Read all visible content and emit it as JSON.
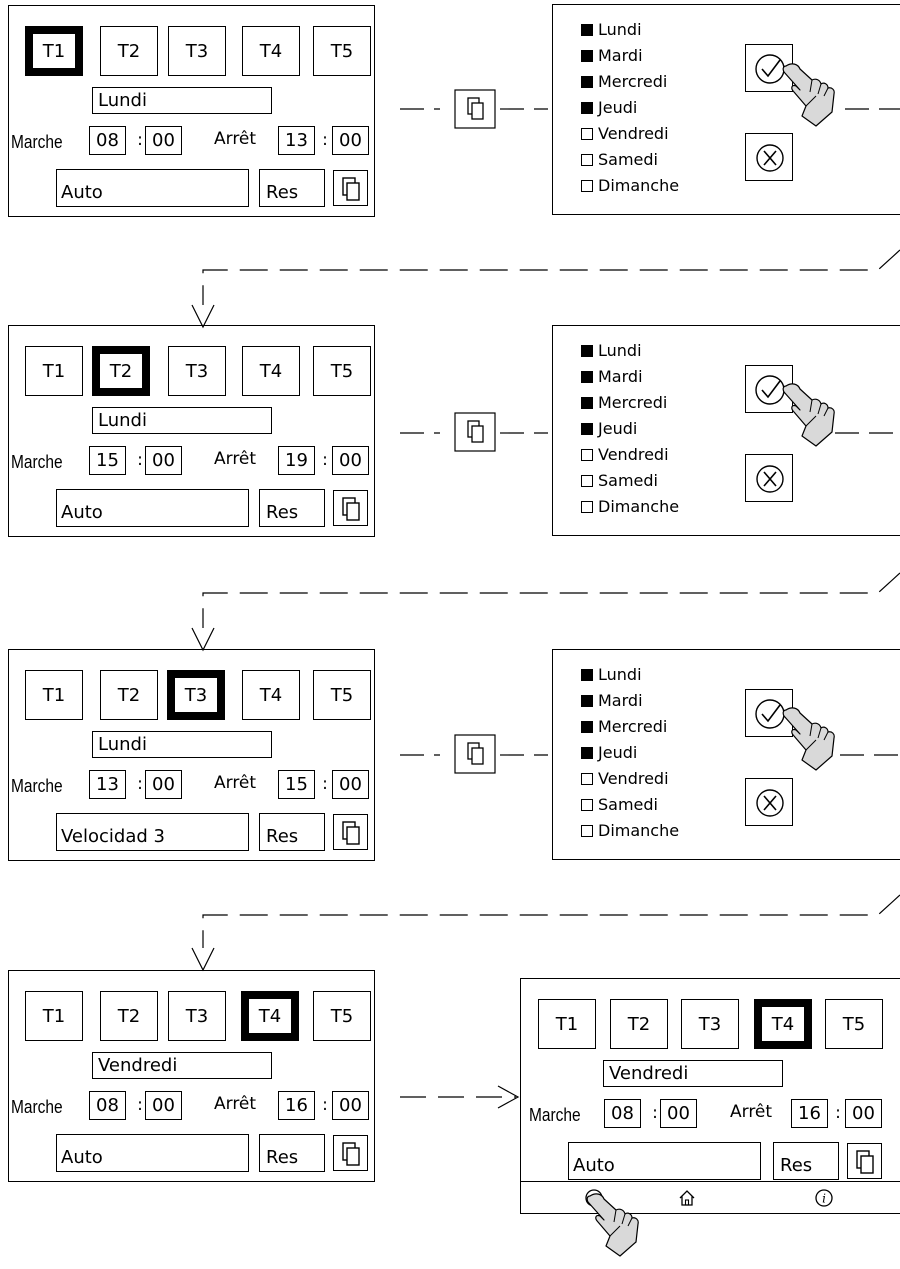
{
  "tabs": [
    "T1",
    "T2",
    "T3",
    "T4",
    "T5"
  ],
  "labels": {
    "marche": "Marche",
    "arret": "Arrêt",
    "res": "Res",
    "colon": ":"
  },
  "screens": [
    {
      "active_tab": "T1",
      "day": "Lundi",
      "marche_h": "08",
      "marche_m": "00",
      "arret_h": "13",
      "arret_m": "00",
      "mode": "Auto"
    },
    {
      "active_tab": "T2",
      "day": "Lundi",
      "marche_h": "15",
      "marche_m": "00",
      "arret_h": "19",
      "arret_m": "00",
      "mode": "Auto"
    },
    {
      "active_tab": "T3",
      "day": "Lundi",
      "marche_h": "13",
      "marche_m": "00",
      "arret_h": "15",
      "arret_m": "00",
      "mode": "Velocidad 3"
    },
    {
      "active_tab": "T4",
      "day": "Vendredi",
      "marche_h": "08",
      "marche_m": "00",
      "arret_h": "16",
      "arret_m": "00",
      "mode": "Auto"
    },
    {
      "active_tab": "T4",
      "day": "Vendredi",
      "marche_h": "08",
      "marche_m": "00",
      "arret_h": "16",
      "arret_m": "00",
      "mode": "Auto"
    }
  ],
  "day_list": [
    {
      "name": "Lundi",
      "checked": true
    },
    {
      "name": "Mardi",
      "checked": true
    },
    {
      "name": "Mercredi",
      "checked": true
    },
    {
      "name": "Jeudi",
      "checked": true
    },
    {
      "name": "Vendredi",
      "checked": false
    },
    {
      "name": "Samedi",
      "checked": false
    },
    {
      "name": "Dimanche",
      "checked": false
    }
  ],
  "icons": {
    "copy": "copy-icon",
    "confirm": "check-circle-icon",
    "cancel": "x-circle-icon",
    "back": "back-arrow-icon",
    "home": "home-icon",
    "info": "info-icon",
    "hand": "pointing-hand-icon"
  }
}
